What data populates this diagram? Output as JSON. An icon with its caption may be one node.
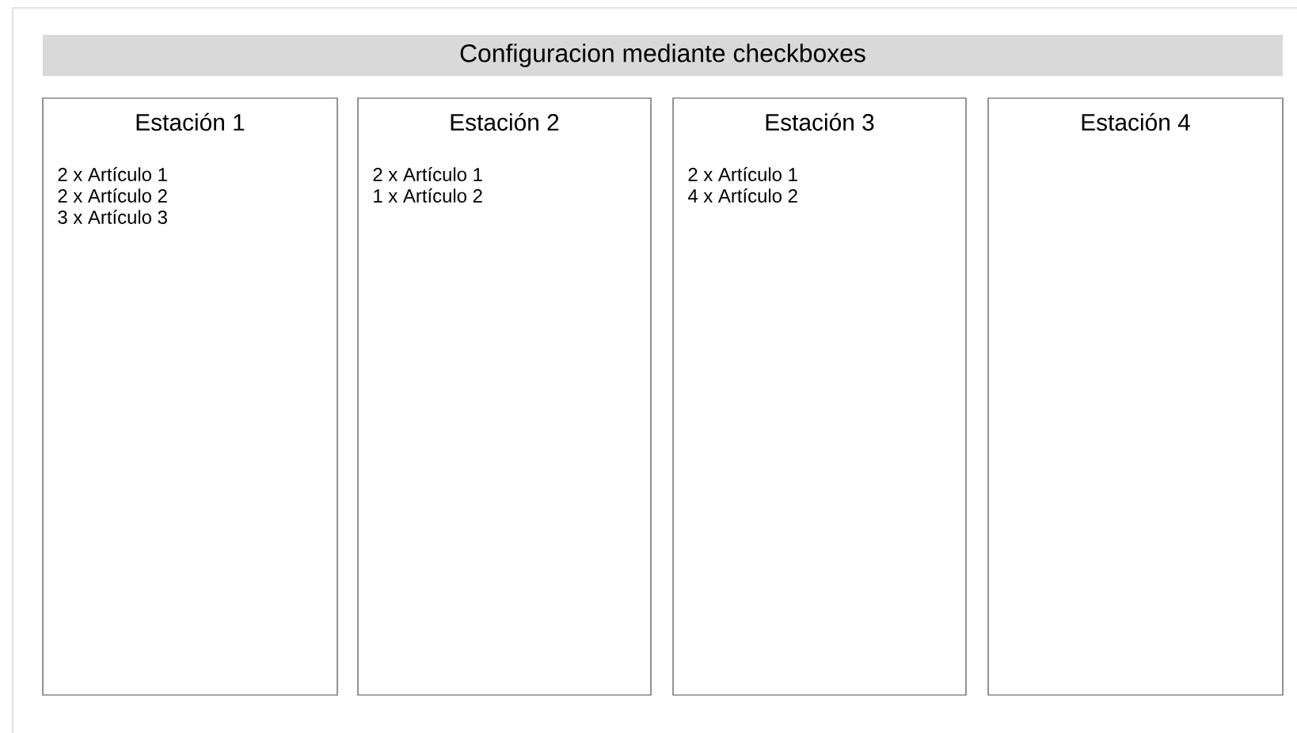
{
  "diagram": {
    "nodes": [
      {
        "text": [
          "Configuracion mediante checkboxes"
        ]
      },
      {
        "text": [
          "Estación 1",
          "2 x Artículo 1",
          "2 x Artículo 2",
          "3 x Artículo 3"
        ]
      },
      {
        "text": [
          "Estación 2",
          "2 x Artículo 1",
          "1 x Artículo 2"
        ]
      },
      {
        "text": [
          "Estación 3",
          "2 x Artículo 1",
          "4 x Artículo 2"
        ]
      },
      {
        "text": [
          "Estación 4"
        ]
      }
    ]
  }
}
